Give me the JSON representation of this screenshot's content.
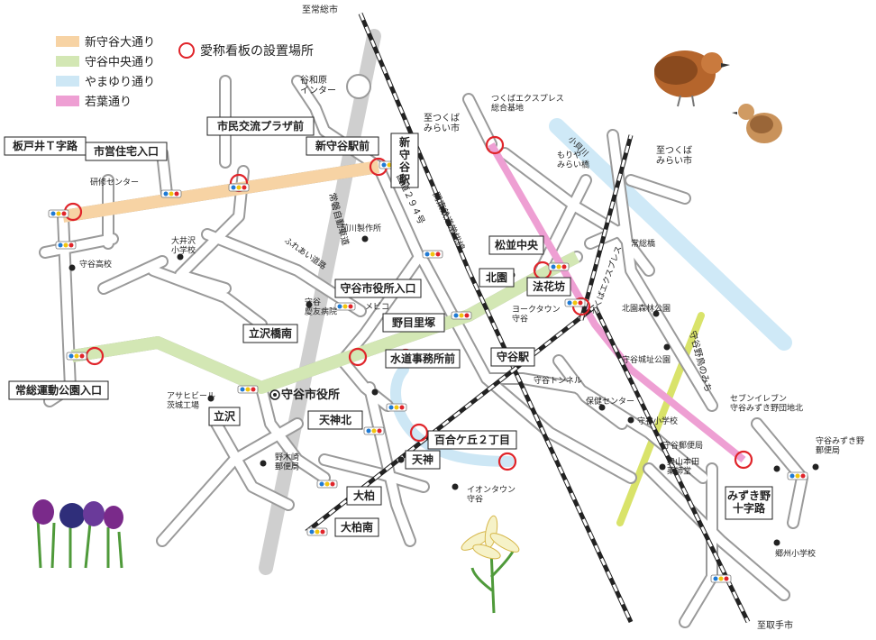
{
  "legend": {
    "items": [
      {
        "label": "新守谷大通り",
        "color": "#f7d3a4"
      },
      {
        "label": "守谷中央通り",
        "color": "#d3e7b4"
      },
      {
        "label": "やまゆり通り",
        "color": "#cde7f5"
      },
      {
        "label": "若葉通り",
        "color": "#ee9fd3"
      }
    ],
    "signboard_label": "愛称看板の設置場所"
  },
  "colors": {
    "road": "#9a9a9a",
    "road_fill": "#ffffff",
    "expressway": "#cfcfcf",
    "marker": "#e0242a",
    "rail": "#222222",
    "tx": "#cfe9f7",
    "yellow_green": "#d9e36a"
  },
  "destinations": {
    "joso": "至常総市",
    "tsukuba_mirai_1": "至つくば\nみらい市",
    "tsukuba_mirai_2": "至つくば\nみらい市",
    "toride": "至取手市"
  },
  "boxed_labels": {
    "itadoi": "板戸井Ｔ字路",
    "shiei_jutaku": "市営住宅入口",
    "shimin_koryu": "市民交流プラザ前",
    "shin_moriya_eki": "新守谷駅前",
    "shin_moriya_station": "新守谷駅",
    "shiyakusho_iriguchi": "守谷市役所入口",
    "nomeri": "野目里塚",
    "tachizawa_bashi": "立沢橋南",
    "suido": "水道事務所前",
    "joso_undo": "常総運動公園入口",
    "tachizawa": "立沢",
    "tenjin_kita": "天神北",
    "yurigaoka": "百合ケ丘２丁目",
    "tenjin": "天神",
    "ogashi": "大柏",
    "ogashi_minami": "大柏南",
    "matsunami": "松並中央",
    "hokkeko": "法花坊",
    "kitazono": "北園",
    "moriya_eki": "守谷駅",
    "mizukino": "みずき野\n十字路"
  },
  "place_labels": {
    "yawara_ic": "谷和原\nインター",
    "tx_base": "つくばエクスプレス\n総合基地",
    "tsukuba_mirai_left": "至つくば\nみらい市",
    "kensyu": "研修センター",
    "oisawa_school": "大井沢\n小学校",
    "moriya_high": "守谷高校",
    "maekawa": "前川製作所",
    "joso_road": "常磐自動車道",
    "fureai": "ふれあい道路",
    "route294": "国道２９４号",
    "kanto_rail": "関東鉄道常総線",
    "moriya_hospital": "守谷\n慶友病院",
    "mekiko": "メビコ",
    "yorktown": "ヨークタウン\n守谷",
    "asahi": "アサヒビール\n茨城工場",
    "city_hall": "守谷市役所",
    "nogizaki_post": "野木崎\n郵便局",
    "aeontown": "イオンタウン\n守谷",
    "moriya_tunnel": "守谷トンネル",
    "hoken": "保健センター",
    "moriya_elem": "守谷小学校",
    "moriya_post": "守谷郵便局",
    "okuyama": "奥山本田\n薬師堂",
    "seven": "セブンイレブン\n守谷みずき野団地北",
    "mizukino_post": "守谷みずき野\n郵便局",
    "gosyu_school": "郷州小学校",
    "kitazono_park": "北園森林公園",
    "moriya_castle": "守谷城址公園",
    "moriya_nomichi": "守谷野鳥のみち",
    "moriya_bridge": "もりや\nみらい橋",
    "joso_bridge": "常総橋",
    "kokaigawa": "小貝川",
    "tsukuba_express": "つくばエクスプレス"
  },
  "icons": [
    "signboard-marker-icon",
    "traffic-signal-icon",
    "quail-bird-icon",
    "iris-flower-icon",
    "lily-flower-icon",
    "city-hall-icon",
    "facility-dot-icon"
  ]
}
